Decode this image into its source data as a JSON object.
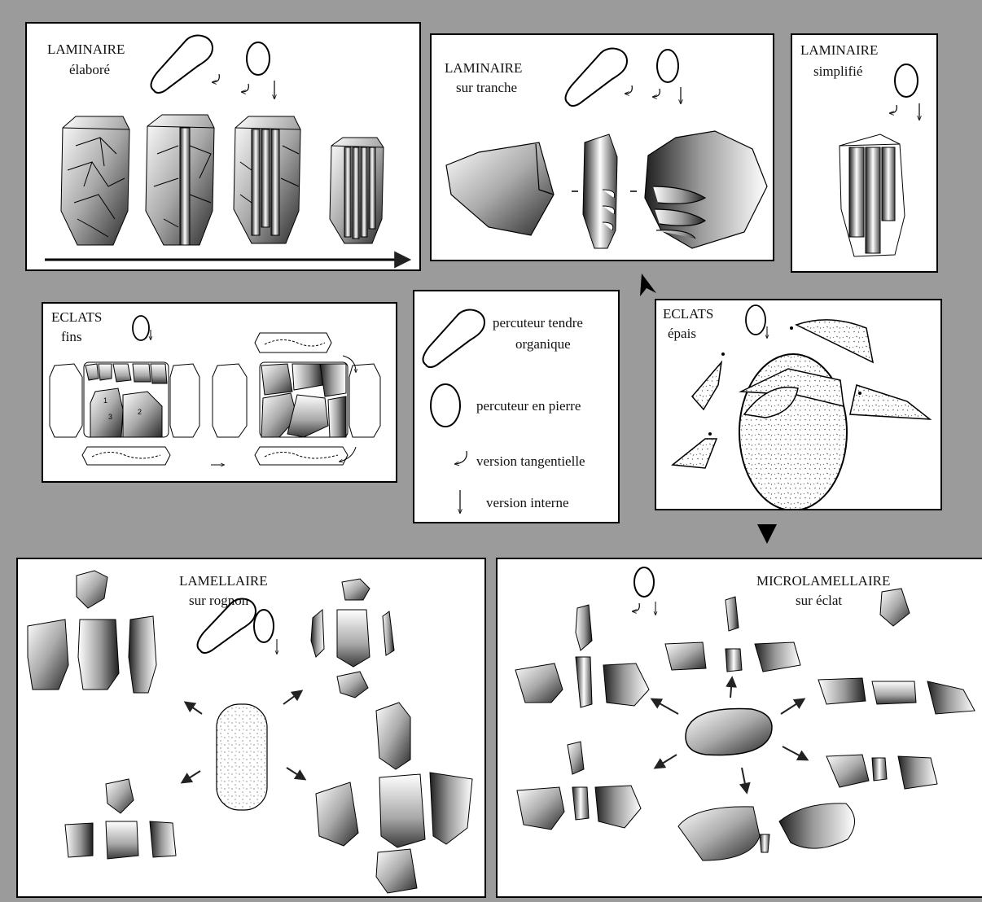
{
  "panels": {
    "laminaire_elabore": {
      "title": "LAMINAIRE",
      "subtitle": "élaboré"
    },
    "laminaire_tranche": {
      "title": "LAMINAIRE",
      "subtitle": "sur tranche"
    },
    "laminaire_simplifie": {
      "title": "LAMINAIRE",
      "subtitle": "simplifié"
    },
    "eclats_fins": {
      "title": "ECLATS",
      "subtitle": "fins"
    },
    "eclats_epais": {
      "title": "ECLATS",
      "subtitle": "épais"
    },
    "lamellaire": {
      "title": "LAMELLAIRE",
      "subtitle": "sur rognon"
    },
    "microlamellaire": {
      "title": "MICROLAMELLAIRE",
      "subtitle": "sur éclat"
    }
  },
  "legend": {
    "soft_hammer_1": "percuteur tendre",
    "soft_hammer_2": "organique",
    "stone_hammer": "percuteur en pierre",
    "tangential": "version tangentielle",
    "internal": "version interne"
  },
  "eclats_fins_scar_numbers": [
    "1",
    "2",
    "3"
  ],
  "colors": {
    "background": "#9b9b9b",
    "panel": "#ffffff",
    "stroke": "#000000"
  }
}
